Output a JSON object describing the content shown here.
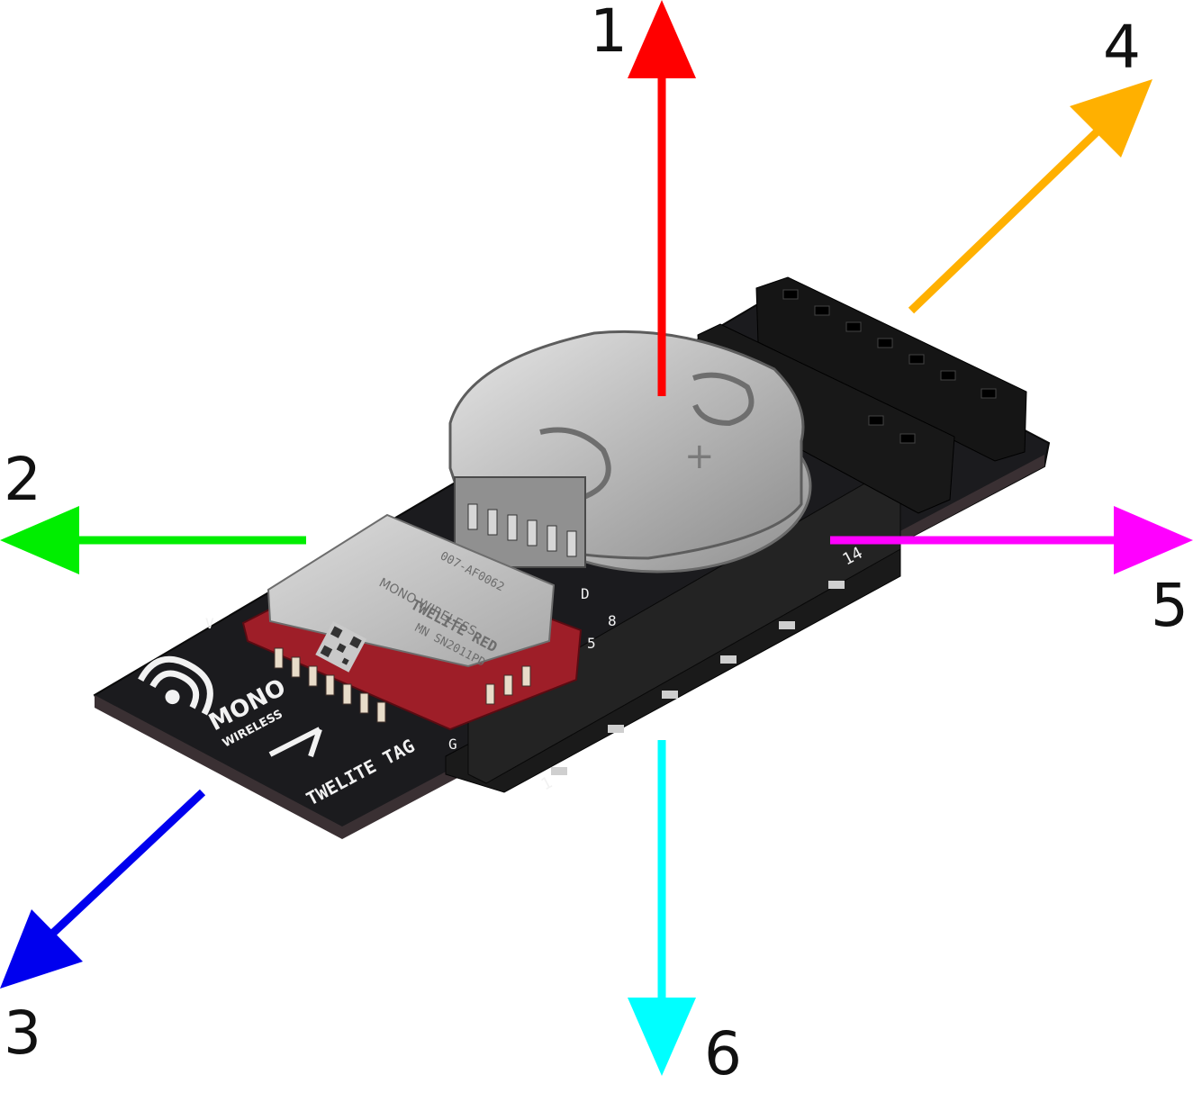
{
  "axes": [
    {
      "label": "1",
      "color": "#ff0000",
      "direction": "up"
    },
    {
      "label": "2",
      "color": "#00ee00",
      "direction": "left"
    },
    {
      "label": "3",
      "color": "#0000ee",
      "direction": "down-left"
    },
    {
      "label": "4",
      "color": "#ffb000",
      "direction": "up-right"
    },
    {
      "label": "5",
      "color": "#ff00ff",
      "direction": "right"
    },
    {
      "label": "6",
      "color": "#00ffff",
      "direction": "down"
    }
  ],
  "board": {
    "brand_top": "MONO",
    "brand_bottom": "WIRELESS",
    "product_name": "TWELITE TAG",
    "module_brand": "MONO WIRELESS",
    "module_name": "TWELITE RED",
    "module_code": "007-AF0062",
    "module_serial": "MN SN2011PD",
    "pin_label_1": "1",
    "pin_label_14": "14",
    "pin_label_g": "G",
    "pin_label_d": "D",
    "pin_label_8": "8",
    "pin_label_5": "5",
    "pin_label_v": "V"
  }
}
